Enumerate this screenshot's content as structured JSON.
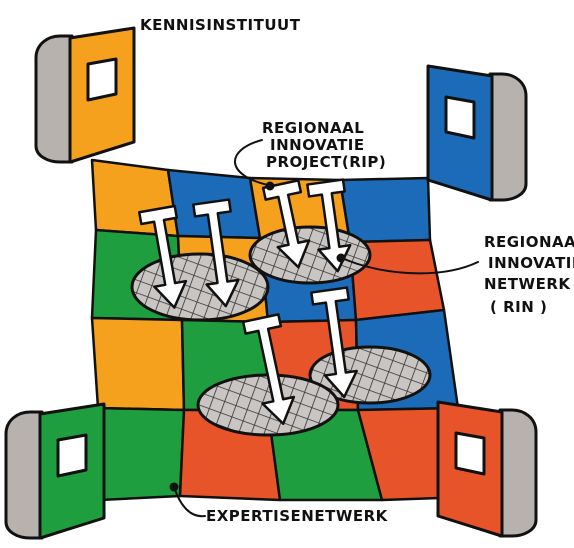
{
  "labels": {
    "kennisinstituut": "KENNISINSTITUUT",
    "rip_line1": "REGIONAAL",
    "rip_line2": "INNOVATIE",
    "rip_line3": "PROJECT(RIP)",
    "rin_line1": "REGIONAAL",
    "rin_line2": "INNOVATIE",
    "rin_line3": "NETWERK",
    "rin_line4": "( RIN )",
    "expertisenetwerk": "EXPERTISENETWERK"
  },
  "colors": {
    "orange": "#F5A11E",
    "blue": "#1C6BB8",
    "green": "#1E9E3E",
    "red": "#E8542A",
    "book_gray": "#B8B2AE",
    "platform": "#C9C5C2",
    "outline": "#111111"
  },
  "grid": {
    "rows": [
      [
        "orange",
        "blue",
        "orange",
        "blue"
      ],
      [
        "green",
        "orange",
        "blue",
        "red"
      ],
      [
        "orange",
        "green",
        "red",
        "blue"
      ],
      [
        "green",
        "red",
        "green",
        "red"
      ]
    ]
  },
  "books": [
    {
      "corner": "top-left",
      "cover": "orange"
    },
    {
      "corner": "top-right",
      "cover": "blue"
    },
    {
      "corner": "bottom-left",
      "cover": "green"
    },
    {
      "corner": "bottom-right",
      "cover": "red"
    }
  ]
}
